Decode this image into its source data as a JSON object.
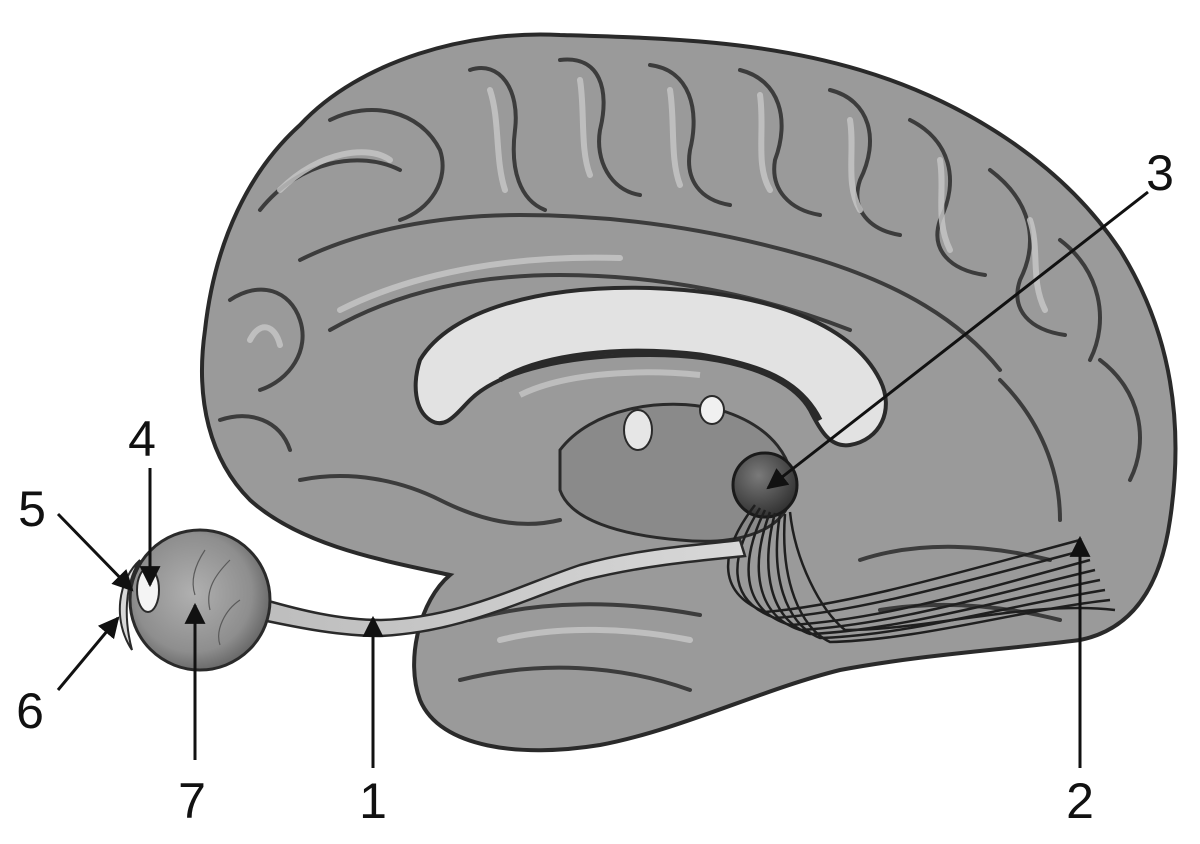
{
  "callouts": [
    {
      "id": "1",
      "label": "1"
    },
    {
      "id": "2",
      "label": "2"
    },
    {
      "id": "3",
      "label": "3"
    },
    {
      "id": "4",
      "label": "4"
    },
    {
      "id": "5",
      "label": "5"
    },
    {
      "id": "6",
      "label": "6"
    },
    {
      "id": "7",
      "label": "7"
    }
  ],
  "colors": {
    "cortex": "#9a9a9a",
    "gyri_highlight": "#c4c4c4",
    "sulci": "#3c3c3c",
    "corpus_callosum": "#e2e2e2",
    "nucleus": "#4a4a4a",
    "eye": "#8e8e8e",
    "lens": "#f4f4f4",
    "label_text": "#111111"
  }
}
